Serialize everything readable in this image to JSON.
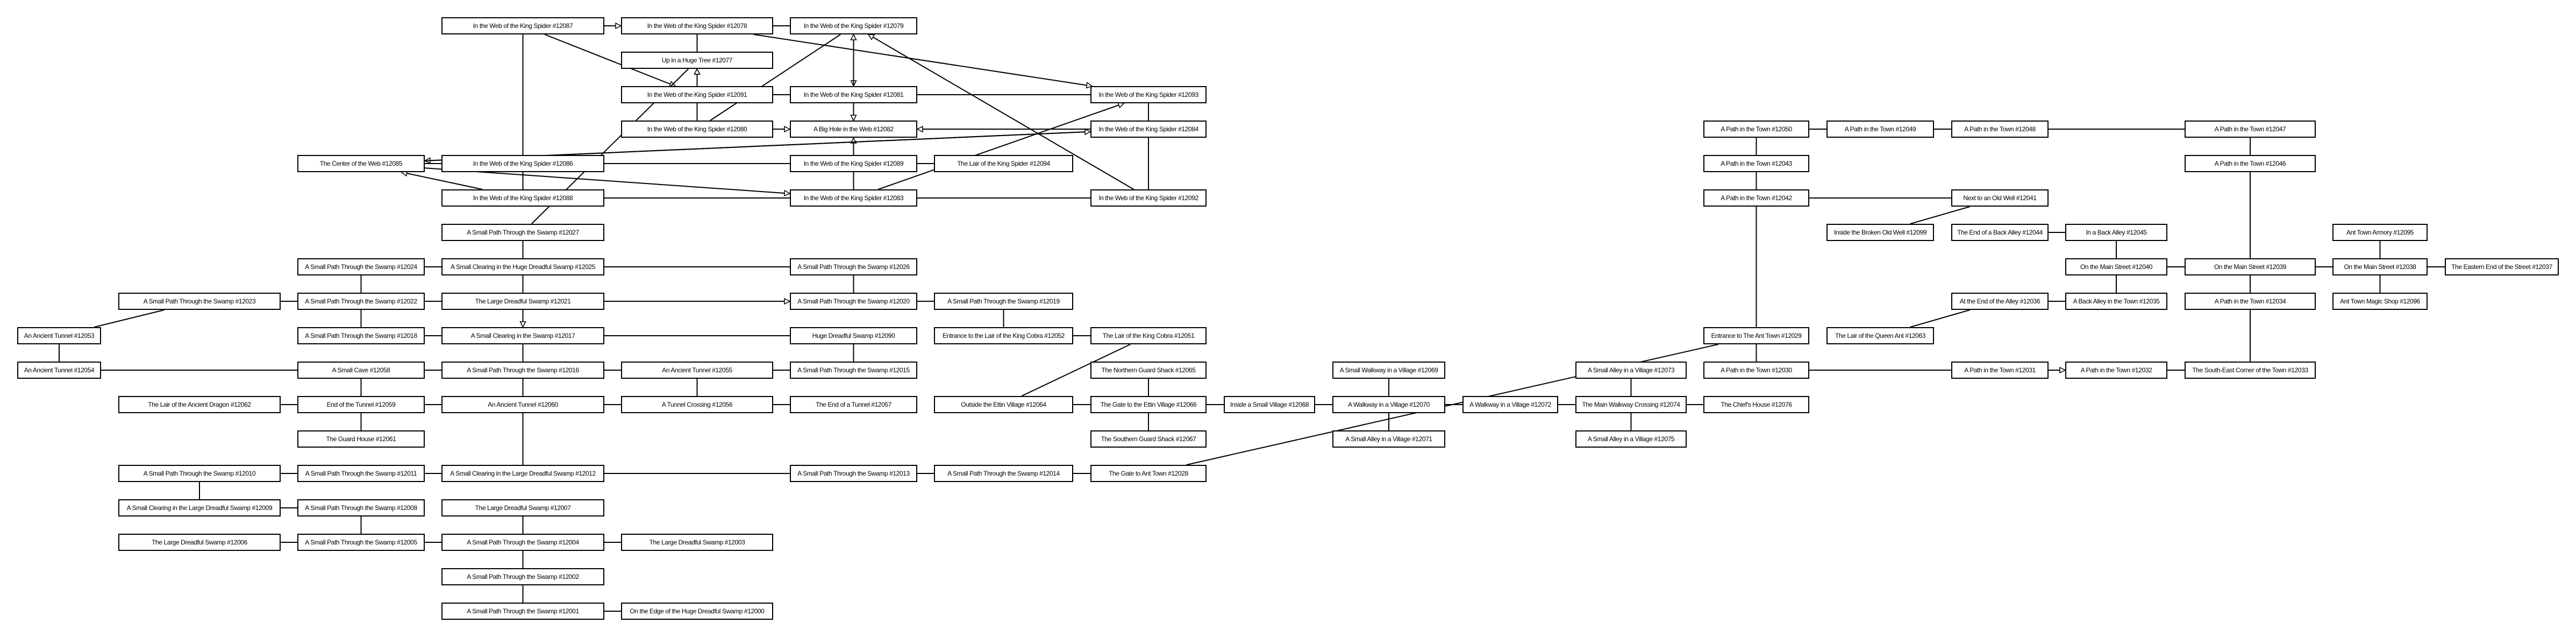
{
  "colors": {
    "line": "#000000",
    "box_border": "#000000",
    "background": "#ffffff"
  },
  "nodes": [
    {
      "id": "12087",
      "label": "In the Web of the King Spider #12087"
    },
    {
      "id": "12078",
      "label": "In the Web of the King Spider #12078"
    },
    {
      "id": "12079",
      "label": "In the Web of the King Spider #12079"
    },
    {
      "id": "12077",
      "label": "Up in a Huge Tree #12077"
    },
    {
      "id": "12091",
      "label": "In the Web of the King Spider #12091"
    },
    {
      "id": "12081",
      "label": "In the Web of the King Spider #12081"
    },
    {
      "id": "12093",
      "label": "In the Web of the King Spider #12093"
    },
    {
      "id": "12080",
      "label": "In the Web of the King Spider #12080"
    },
    {
      "id": "12082",
      "label": "A Big Hole in the Web #12082"
    },
    {
      "id": "12084",
      "label": "In the Web of the King Spider #12084"
    },
    {
      "id": "12085",
      "label": "The Center of the Web #12085"
    },
    {
      "id": "12086",
      "label": "In the Web of the King Spider #12086"
    },
    {
      "id": "12089",
      "label": "In the Web of the King Spider #12089"
    },
    {
      "id": "12094",
      "label": "The Lair of the King Spider #12094"
    },
    {
      "id": "12088",
      "label": "In the Web of the King Spider #12088"
    },
    {
      "id": "12083",
      "label": "In the Web of the King Spider #12083"
    },
    {
      "id": "12092",
      "label": "In the Web of the King Spider #12092"
    },
    {
      "id": "12027",
      "label": "A Small Path Through the Swamp #12027"
    },
    {
      "id": "12024",
      "label": "A Small Path Through the Swamp #12024"
    },
    {
      "id": "12025",
      "label": "A Small Clearing in the Huge Dreadful Swamp #12025"
    },
    {
      "id": "12026",
      "label": "A Small Path Through the Swamp #12026"
    },
    {
      "id": "12023",
      "label": "A Small Path Through the Swamp #12023"
    },
    {
      "id": "12022",
      "label": "A Small Path Through the Swamp #12022"
    },
    {
      "id": "12021",
      "label": "The Large Dreadful Swamp #12021"
    },
    {
      "id": "12020",
      "label": "A Small Path Through the Swamp #12020"
    },
    {
      "id": "12019",
      "label": "A Small Path Through the Swamp #12019"
    },
    {
      "id": "12053",
      "label": "An Ancient Tunnel #12053"
    },
    {
      "id": "12018",
      "label": "A Small Path Through the Swamp #12018"
    },
    {
      "id": "12017",
      "label": "A Small Clearing in the Swamp #12017"
    },
    {
      "id": "12090",
      "label": "Huge Dreadful Swamp #12090"
    },
    {
      "id": "12052",
      "label": "Entrance to the Lair of the King Cobra #12052"
    },
    {
      "id": "12051",
      "label": "The Lair of the King Cobra #12051"
    },
    {
      "id": "12054",
      "label": "An Ancient Tunnel #12054"
    },
    {
      "id": "12058",
      "label": "A Small Cave #12058"
    },
    {
      "id": "12016",
      "label": "A Small Path Through the Swamp #12016"
    },
    {
      "id": "12055",
      "label": "An Ancient Tunnel #12055"
    },
    {
      "id": "12015",
      "label": "A Small Path Through the Swamp #12015"
    },
    {
      "id": "12065",
      "label": "The Northern Guard Shack #12065"
    },
    {
      "id": "12069",
      "label": "A Small Walkway in a Village #12069"
    },
    {
      "id": "12073",
      "label": "A Small Alley in a Village #12073"
    },
    {
      "id": "12062",
      "label": "The Lair of the Ancient Dragon #12062"
    },
    {
      "id": "12059",
      "label": "End of the Tunnel #12059"
    },
    {
      "id": "12060",
      "label": "An Ancient Tunnel #12060"
    },
    {
      "id": "12056",
      "label": "A Tunnel Crossing #12056"
    },
    {
      "id": "12057",
      "label": "The End of a Tunnel #12057"
    },
    {
      "id": "12064",
      "label": "Outside the Ettin Village #12064"
    },
    {
      "id": "12066",
      "label": "The Gate to the Ettin Village #12066"
    },
    {
      "id": "12068",
      "label": "Inside a Small Village #12068"
    },
    {
      "id": "12070",
      "label": "A Walkway in a Village #12070"
    },
    {
      "id": "12072",
      "label": "A Walkway in a Village #12072"
    },
    {
      "id": "12074",
      "label": "The Main Walkway Crossing #12074"
    },
    {
      "id": "12076",
      "label": "The Chief's House #12076"
    },
    {
      "id": "12061",
      "label": "The Guard House #12061"
    },
    {
      "id": "12067",
      "label": "The Southern Guard Shack #12067"
    },
    {
      "id": "12071",
      "label": "A Small Alley in a Village #12071"
    },
    {
      "id": "12075",
      "label": "A Small Alley in a Village #12075"
    },
    {
      "id": "12010",
      "label": "A Small Path Through the Swamp #12010"
    },
    {
      "id": "12011",
      "label": "A Small Path Through the Swamp #12011"
    },
    {
      "id": "12012",
      "label": "A Small Clearing in the Large Dreadful Swamp #12012"
    },
    {
      "id": "12013",
      "label": "A Small Path Through the Swamp #12013"
    },
    {
      "id": "12014",
      "label": "A Small Path Through the Swamp #12014"
    },
    {
      "id": "12028",
      "label": "The Gate to Ant Town #12028"
    },
    {
      "id": "12009",
      "label": "A Small Clearing in the Large Dreadful Swamp #12009"
    },
    {
      "id": "12008",
      "label": "A Small Path Through the Swamp #12008"
    },
    {
      "id": "12007",
      "label": "The Large Dreadful Swamp #12007"
    },
    {
      "id": "12006",
      "label": "The Large Dreadful Swamp #12006"
    },
    {
      "id": "12005",
      "label": "A Small Path Through the Swamp #12005"
    },
    {
      "id": "12004",
      "label": "A Small Path Through the Swamp #12004"
    },
    {
      "id": "12003",
      "label": "The Large Dreadful Swamp #12003"
    },
    {
      "id": "12002",
      "label": "A Small Path Through the Swamp #12002"
    },
    {
      "id": "12001",
      "label": "A Small Path Through the Swamp #12001"
    },
    {
      "id": "12000",
      "label": "On the Edge of the Huge Dreadful Swamp #12000"
    },
    {
      "id": "12050",
      "label": "A Path in the Town #12050"
    },
    {
      "id": "12049",
      "label": "A Path in the Town #12049"
    },
    {
      "id": "12048",
      "label": "A Path in the Town #12048"
    },
    {
      "id": "12047",
      "label": "A Path in the Town #12047"
    },
    {
      "id": "12043",
      "label": "A Path in the Town #12043"
    },
    {
      "id": "12046",
      "label": "A Path in the Town #12046"
    },
    {
      "id": "12042",
      "label": "A Path in the Town #12042"
    },
    {
      "id": "12041",
      "label": "Next to an Old Well #12041"
    },
    {
      "id": "12099",
      "label": "Inside the Broken Old Well #12099"
    },
    {
      "id": "12044",
      "label": "The End of a Back Alley #12044"
    },
    {
      "id": "12045",
      "label": "In a Back Alley #12045"
    },
    {
      "id": "12095",
      "label": "Ant Town Armory #12095"
    },
    {
      "id": "12040",
      "label": "On the Main Street #12040"
    },
    {
      "id": "12039",
      "label": "On the Main Street #12039"
    },
    {
      "id": "12038",
      "label": "On the Main Street #12038"
    },
    {
      "id": "12037",
      "label": "The Eastern End of the Street #12037"
    },
    {
      "id": "12036",
      "label": "At the End of the Alley #12036"
    },
    {
      "id": "12035",
      "label": "A Back Alley in the Town #12035"
    },
    {
      "id": "12034",
      "label": "A Path in the Town #12034"
    },
    {
      "id": "12096",
      "label": "Ant Town Magic Shop #12096"
    },
    {
      "id": "12029",
      "label": "Entrance to The Ant Town #12029"
    },
    {
      "id": "12063",
      "label": "The Lair of the Queen Ant #12063"
    },
    {
      "id": "12030",
      "label": "A Path in the Town #12030"
    },
    {
      "id": "12031",
      "label": "A Path in the Town #12031"
    },
    {
      "id": "12032",
      "label": "A Path in the Town #12032"
    },
    {
      "id": "12033",
      "label": "The South-East Corner of the Town #12033"
    }
  ]
}
